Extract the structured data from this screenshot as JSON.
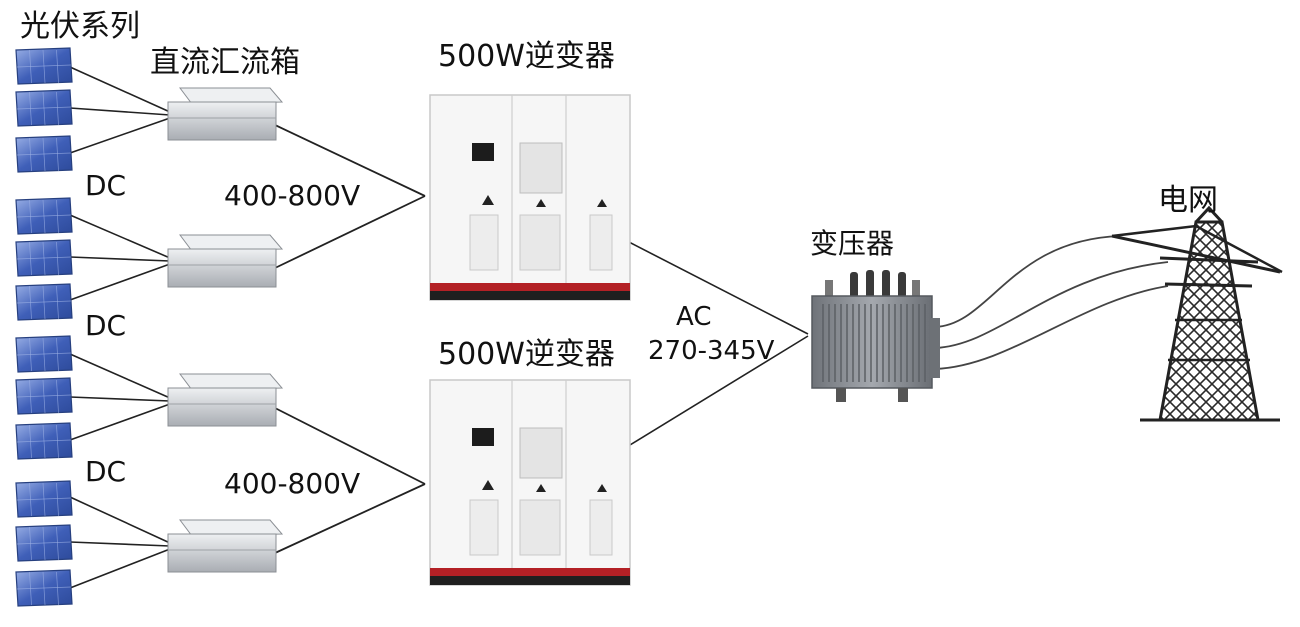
{
  "labels": {
    "pv_series": "光伏系列",
    "combiner": "直流汇流箱",
    "inverter_top": "500W逆变器",
    "inverter_bottom": "500W逆变器",
    "dc_1": "DC",
    "dc_2": "DC",
    "dc_3": "DC",
    "voltage_dc_top": "400-800V",
    "voltage_dc_bottom": "400-800V",
    "ac": "AC",
    "ac_voltage": "270-345V",
    "transformer": "变压器",
    "grid": "电网"
  },
  "colors": {
    "panel": "#3a5bb0",
    "panel_light": "#8aa2dd",
    "box": "#cfd3d8",
    "inverter_body": "#f4f4f4",
    "inverter_stripe": "#b32025",
    "transformer": "#8d9096",
    "tower": "#2a2a2a",
    "wire": "#222222"
  },
  "icons": {
    "pv_panel": "solar-panel-icon",
    "combiner_box": "dc-combiner-box-icon",
    "inverter": "inverter-cabinet-icon",
    "transformer": "transformer-icon",
    "grid_tower": "transmission-tower-icon"
  }
}
